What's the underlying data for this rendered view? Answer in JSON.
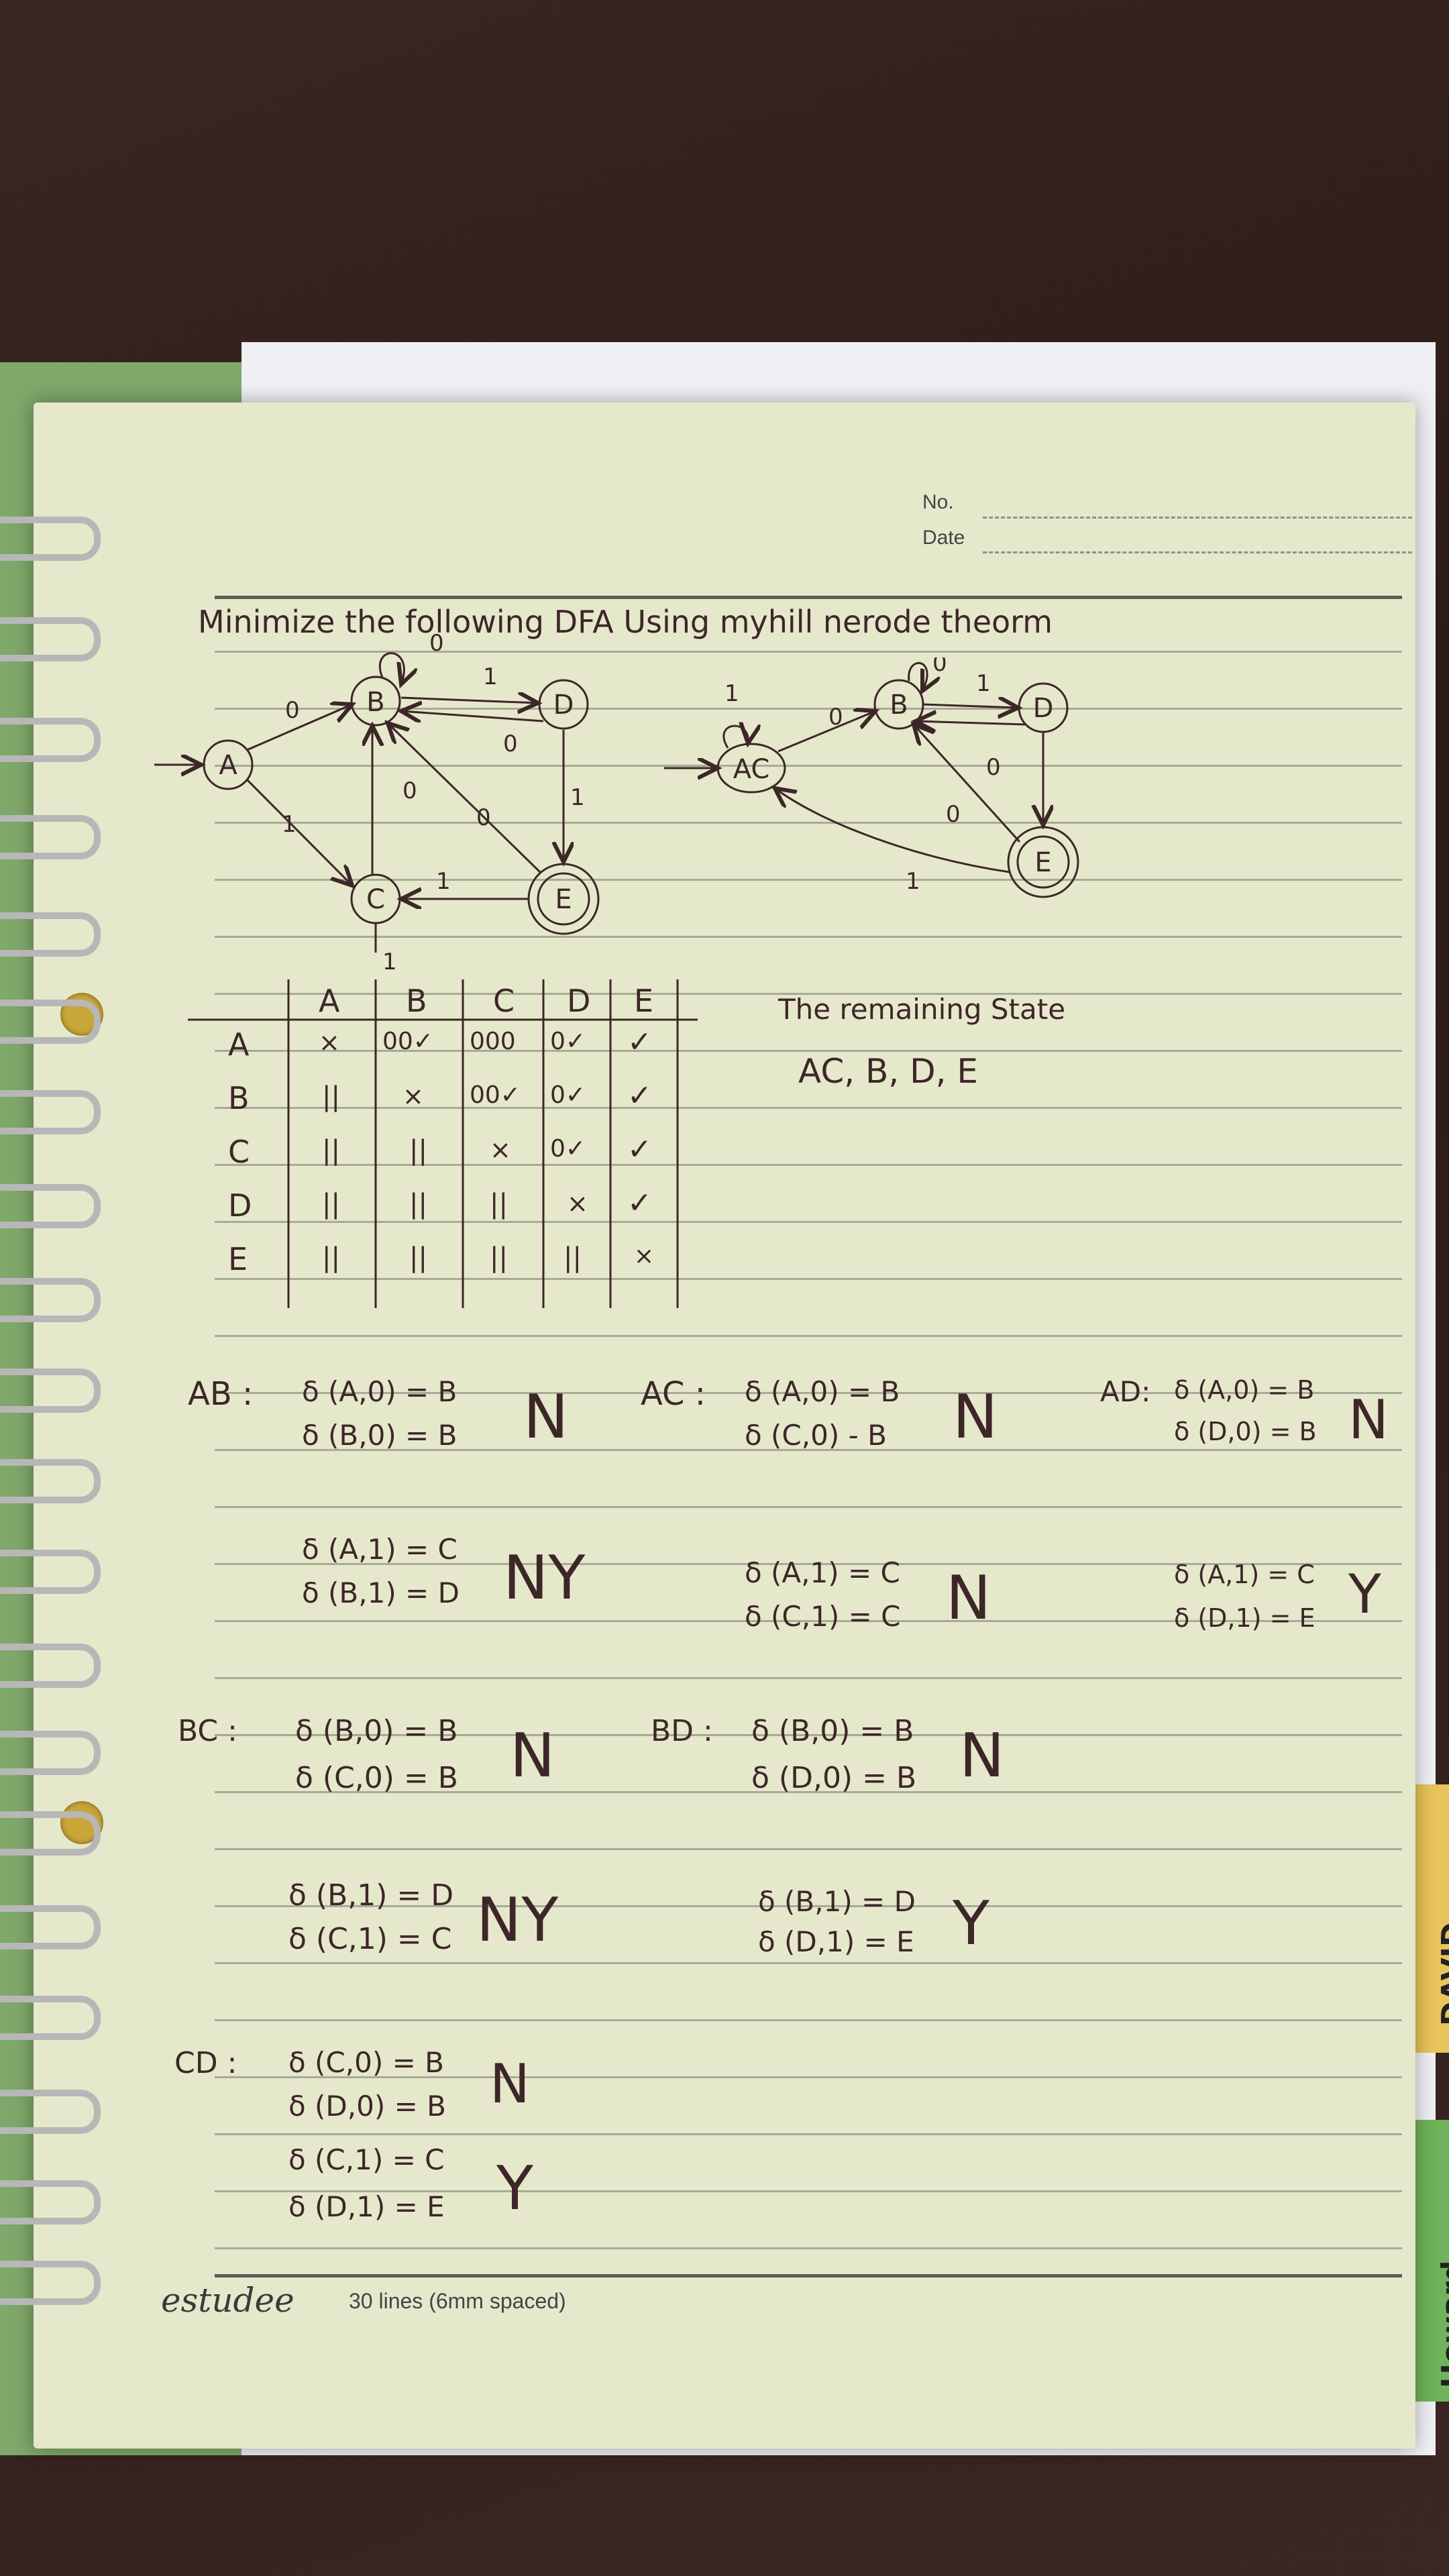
{
  "header": {
    "no_label": "No.",
    "date_label": "Date"
  },
  "title": "Minimize the following DFA Using myhill nerode theorm",
  "original_dfa": {
    "states": [
      "A",
      "B",
      "C",
      "D",
      "E"
    ],
    "final_state": "E",
    "start_state": "A",
    "edge_labels": [
      "0",
      "1",
      "0",
      "1",
      "0",
      "0",
      "1",
      "1",
      "0",
      "1"
    ]
  },
  "minimized_dfa": {
    "states": [
      "AC",
      "B",
      "D",
      "E"
    ],
    "final_state": "E",
    "edge_labels": [
      "1",
      "0",
      "0",
      "1",
      "0",
      "0",
      "1"
    ]
  },
  "table": {
    "col_headers": [
      "A",
      "B",
      "C",
      "D",
      "E"
    ],
    "row_headers": [
      "A",
      "B",
      "C",
      "D",
      "E"
    ],
    "rows": [
      [
        "×",
        "00✓",
        "000",
        "0✓",
        "✓"
      ],
      [
        "||",
        "×",
        "00✓",
        "0✓",
        "✓"
      ],
      [
        "||",
        "||",
        "×",
        "0✓",
        "✓"
      ],
      [
        "||",
        "||",
        "||",
        "×",
        "✓"
      ],
      [
        "||",
        "||",
        "||",
        "||",
        "×"
      ]
    ]
  },
  "remaining": {
    "label": "The remaining State",
    "states": "AC, B, D, E"
  },
  "pairs": {
    "AB": {
      "label": "AB :",
      "l1": "δ (A,0) = B",
      "l2": "δ (B,0) = B",
      "m1": "N",
      "l3": "δ (A,1) = C",
      "l4": "δ (B,1) = D",
      "m2": "NY"
    },
    "AC": {
      "label": "AC :",
      "l1": "δ (A,0) = B",
      "l2": "δ (C,0) - B",
      "m1": "N",
      "l3": "δ (A,1) = C",
      "l4": "δ (C,1) = C",
      "m2": "N"
    },
    "AD": {
      "label": "AD:",
      "l1": "δ (A,0) = B",
      "l2": "δ (D,0) = B",
      "m1": "N",
      "l3": "δ (A,1) = C",
      "l4": "δ (D,1) = E",
      "m2": "Y"
    },
    "BC": {
      "label": "BC :",
      "l1": "δ (B,0) = B",
      "l2": "δ (C,0) = B",
      "m1": "N",
      "l3": "δ (B,1) = D",
      "l4": "δ (C,1) = C",
      "m2": "NY"
    },
    "BD": {
      "label": "BD :",
      "l1": "δ (B,0) = B",
      "l2": "δ (D,0) = B",
      "m1": "N",
      "l3": "δ (B,1) = D",
      "l4": "δ (D,1) = E",
      "m2": "Y"
    },
    "CD": {
      "label": "CD :",
      "l1": "δ (C,0) = B",
      "l2": "δ (D,0) = B",
      "m1": "N",
      "l3": "δ (C,1) = C",
      "l4": "δ (D,1) = E",
      "m2": "Y"
    }
  },
  "footer": {
    "brand": "estudee",
    "spec": "30 lines (6mm spaced)"
  },
  "side_tabs": {
    "tab1": "DAVID",
    "tab2": "Howard"
  },
  "colors": {
    "page": "#e6e8cc",
    "ink": "#3d2628",
    "rule": "#a7ab96",
    "desk": "#2b1b18"
  }
}
